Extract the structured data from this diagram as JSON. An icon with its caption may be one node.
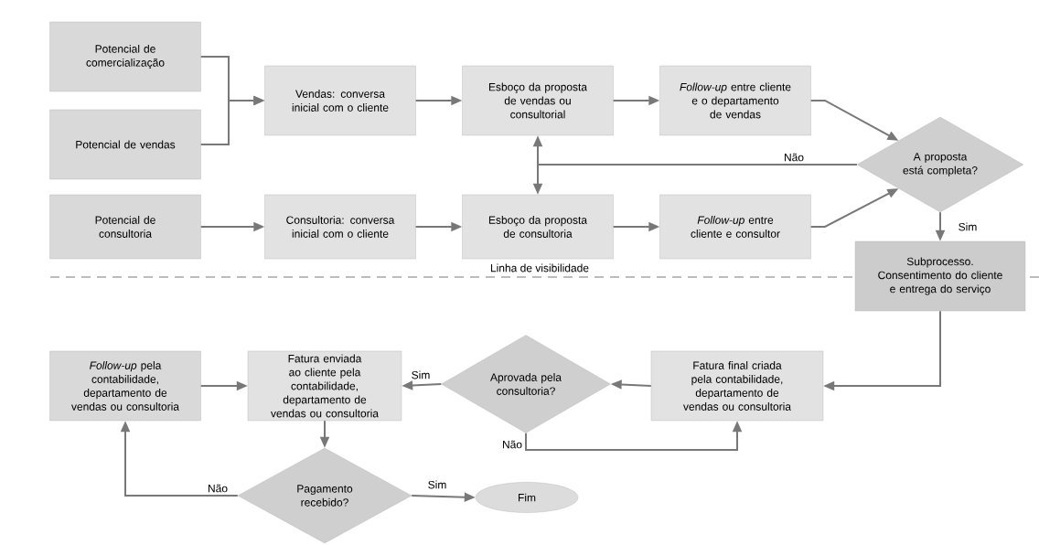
{
  "diagram": {
    "nodes": [
      {
        "text": [
          "Potencial de comercialização"
        ]
      },
      {
        "text": [
          "Potencial de vendas"
        ]
      },
      {
        "text": [
          "Potencial de consultoria"
        ]
      },
      {
        "text": [
          "Vendas: conversa inicial com o cliente"
        ]
      },
      {
        "text": [
          "Consultoria: conversa inicial com o cliente"
        ]
      },
      {
        "text": [
          "Esboço da proposta de vendas ou consultorial"
        ]
      },
      {
        "text": [
          "Esboço da proposta de consultoria"
        ]
      },
      {
        "text": [
          "*Follow-up* entre cliente e o departamento de vendas"
        ]
      },
      {
        "text": [
          "*Follow-up* entre cliente e consultor"
        ]
      },
      {
        "text": [
          "A proposta está completa?"
        ]
      },
      {
        "text": [
          "Subprocesso. Consentimento do cliente e entrega do serviço"
        ]
      },
      {
        "text": [
          "Fatura final criada pela contabilidade, departamento de vendas ou consultoria"
        ]
      },
      {
        "text": [
          "Aprovada pela consultoria?"
        ]
      },
      {
        "text": [
          "Fatura enviada ao cliente pela contabilidade, departamento de vendas ou consultoria"
        ]
      },
      {
        "text": [
          "*Follow-up* pela contabilidade, departamento de vendas ou consultoria"
        ]
      },
      {
        "text": [
          "Pagamento recebido?"
        ]
      },
      {
        "text": [
          "Fim"
        ]
      }
    ],
    "edges": [
      {
        "from": 0,
        "to": 3,
        "arrow": "to"
      },
      {
        "from": 1,
        "to": 3,
        "arrow": "to"
      },
      {
        "from": 2,
        "to": 4,
        "arrow": "to"
      },
      {
        "from": 3,
        "to": 5,
        "arrow": "to"
      },
      {
        "from": 4,
        "to": 6,
        "arrow": "to"
      },
      {
        "from": 5,
        "to": 7,
        "arrow": "to"
      },
      {
        "from": 6,
        "to": 8,
        "arrow": "to"
      },
      {
        "from": 7,
        "to": 9,
        "arrow": "to"
      },
      {
        "from": 8,
        "to": 9,
        "arrow": "to"
      },
      {
        "from": 9,
        "to": 5,
        "arrow": "to",
        "label": "Não"
      },
      {
        "from": 9,
        "to": 6,
        "arrow": "to"
      },
      {
        "from": 9,
        "to": 10,
        "arrow": "to",
        "label": "Sim"
      },
      {
        "from": 10,
        "to": 11,
        "arrow": "to"
      },
      {
        "from": 11,
        "to": 12,
        "arrow": "to"
      },
      {
        "from": 12,
        "to": 13,
        "arrow": "to",
        "label": "Sim"
      },
      {
        "from": 12,
        "to": 11,
        "arrow": "to",
        "label": "Não"
      },
      {
        "from": 13,
        "to": 15,
        "arrow": "to"
      },
      {
        "from": 15,
        "to": 14,
        "arrow": "to",
        "label": "Não"
      },
      {
        "from": 15,
        "to": 16,
        "arrow": "to",
        "label": "Sim"
      },
      {
        "from": 14,
        "to": 13,
        "arrow": "to"
      }
    ],
    "labels": [
      "Linha de visibilidade"
    ]
  }
}
